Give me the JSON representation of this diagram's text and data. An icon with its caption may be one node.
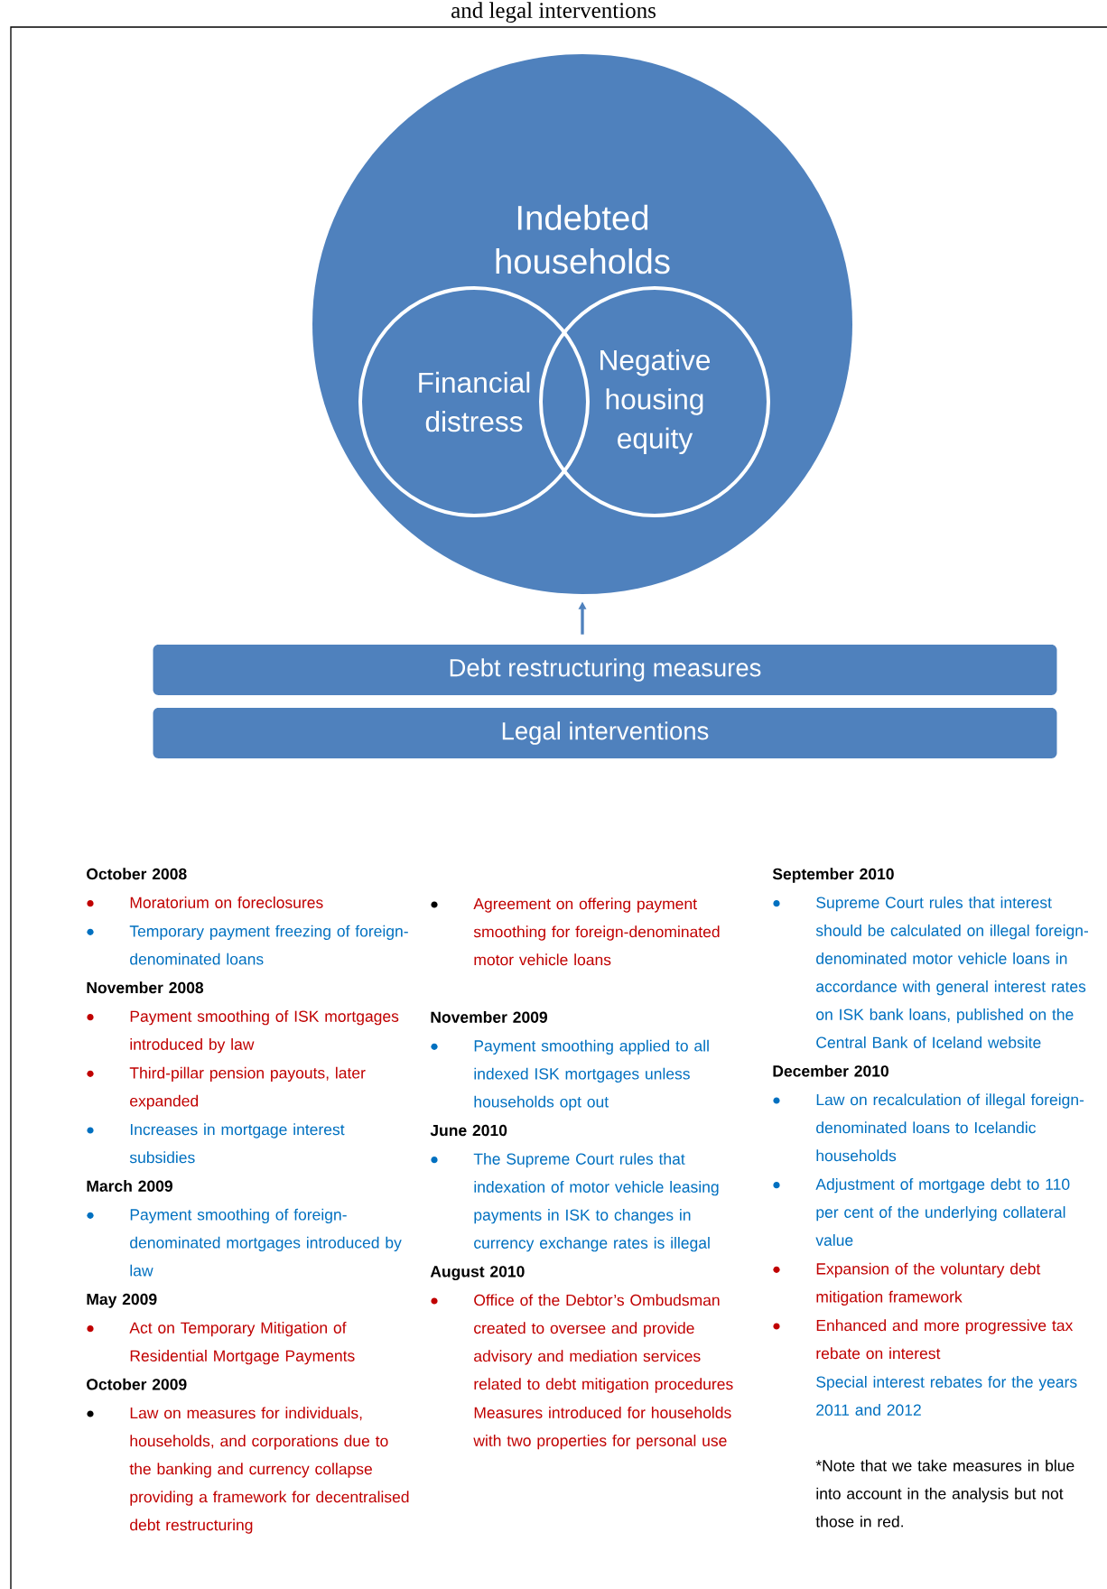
{
  "diagram": {
    "title": "and legal interventions",
    "nodes": [
      {
        "text": [
          "Indebted households"
        ]
      },
      {
        "text": [
          "Financial distress"
        ],
        "in": 0
      },
      {
        "text": [
          "Negative housing equity"
        ],
        "in": 0
      },
      {
        "text": [
          "Debt restructuring measures"
        ]
      },
      {
        "text": [
          "Legal interventions"
        ]
      }
    ],
    "edges": [
      {
        "from": 3,
        "to": 0,
        "arrow": "to"
      }
    ],
    "labels": [
      "October 2008",
      "Moratorium on foreclosures",
      "Temporary payment freezing of foreign-denominated loans",
      "November 2008",
      "Payment smoothing of ISK mortgages introduced by law",
      "Third-pillar pension payouts, later expanded",
      "Increases in mortgage interest subsidies",
      "March 2009",
      "Payment smoothing of foreign-denominated mortgages introduced by law",
      "May 2009",
      "Act on Temporary Mitigation of Residential Mortgage Payments",
      "October 2009",
      "Law on measures for individuals, households, and corporations due to the banking and currency collapse providing a framework for decentralised debt restructuring",
      "Agreement on offering payment smoothing for foreign-denominated motor vehicle loans",
      "November 2009",
      "Payment smoothing applied to all indexed ISK mortgages unless households opt out",
      "June 2010",
      "The Supreme Court rules that indexation of motor vehicle leasing payments in ISK to changes in currency exchange rates is illegal",
      "August 2010",
      "Office of the Debtor’s Ombudsman created to oversee and provide advisory and mediation services related to debt mitigation procedures",
      "Measures introduced for households with two properties for personal use",
      "September 2010",
      "Supreme Court rules that interest should be calculated on illegal foreign-denominated motor vehicle loans in accordance with general interest rates on ISK bank loans, published on the Central Bank of Iceland website",
      "December 2010",
      "Law on recalculation of illegal foreign-denominated loans to Icelandic households",
      "Adjustment of mortgage debt to 110 per cent of the underlying collateral value",
      "Expansion of the voluntary debt mitigation framework",
      "Enhanced and more progressive tax rebate on interest",
      "Special interest rebates for the years 2011 and 2012",
      "*Note that we take measures in blue into account in the analysis but not those in red."
    ]
  }
}
